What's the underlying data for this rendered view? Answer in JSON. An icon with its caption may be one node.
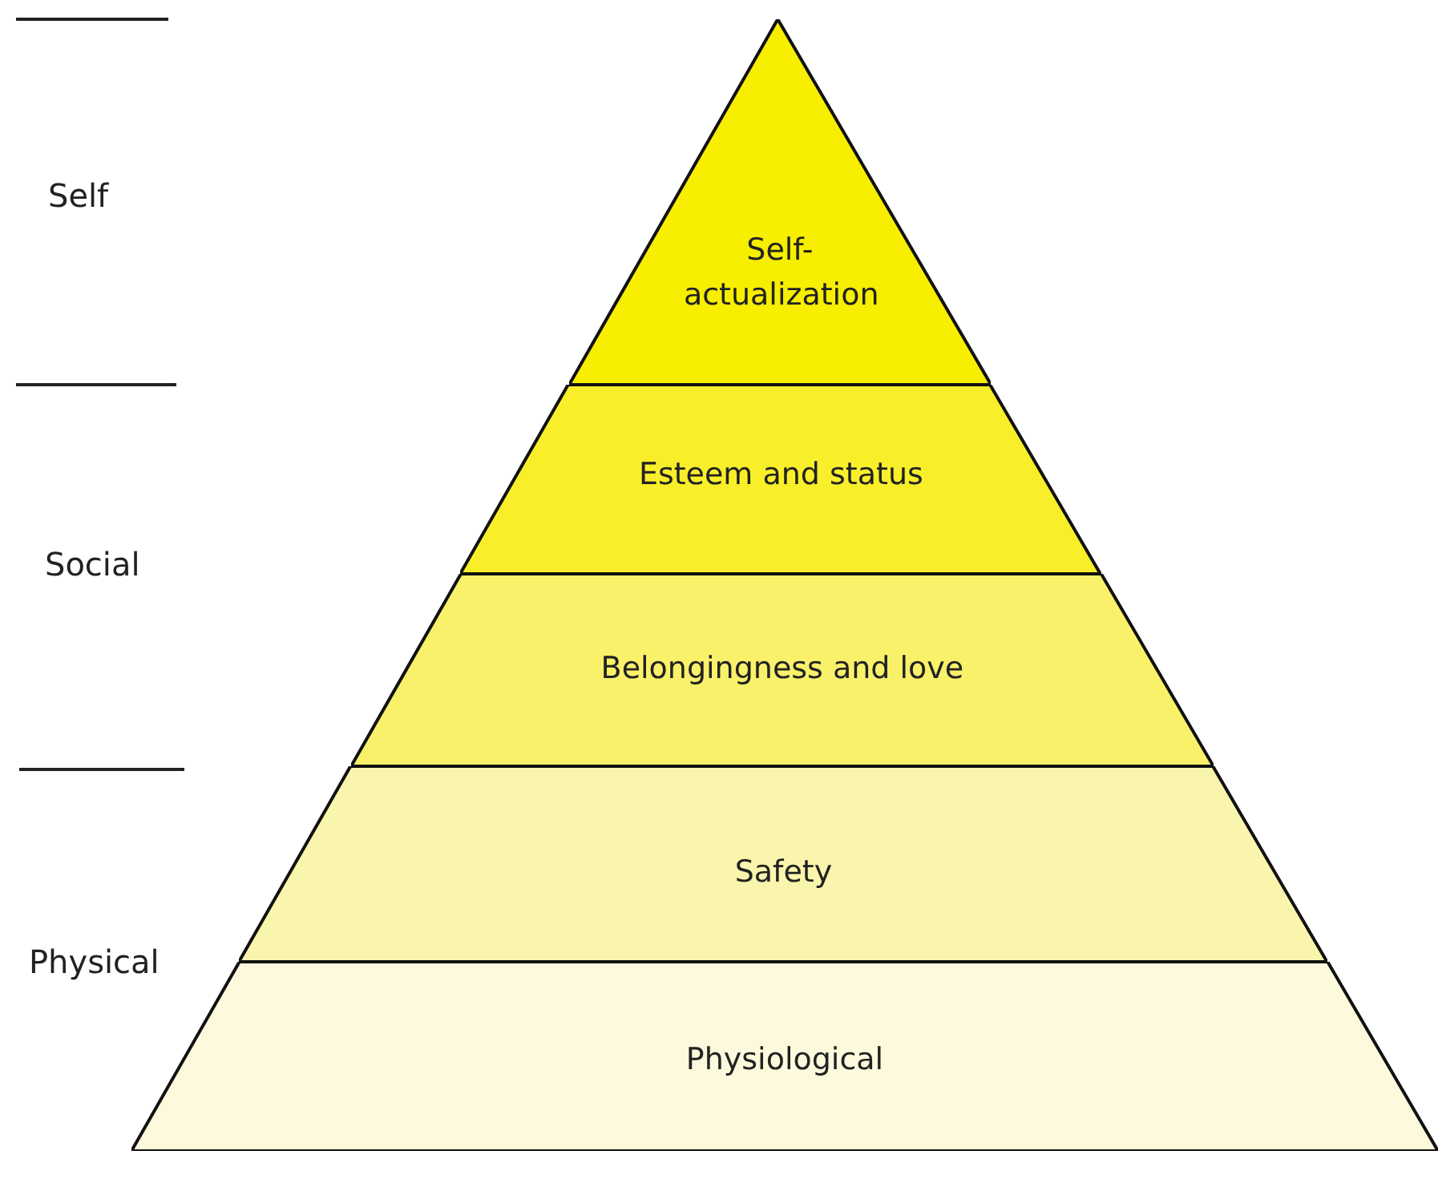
{
  "diagram": {
    "nodes": [
      {
        "text": [
          "Self-actualization"
        ]
      },
      {
        "text": [
          "Esteem and status"
        ]
      },
      {
        "text": [
          "Belongingness and love"
        ]
      },
      {
        "text": [
          "Safety"
        ]
      },
      {
        "text": [
          "Physiological"
        ]
      }
    ],
    "labels": [
      "Self",
      "Social",
      "Physical"
    ]
  }
}
